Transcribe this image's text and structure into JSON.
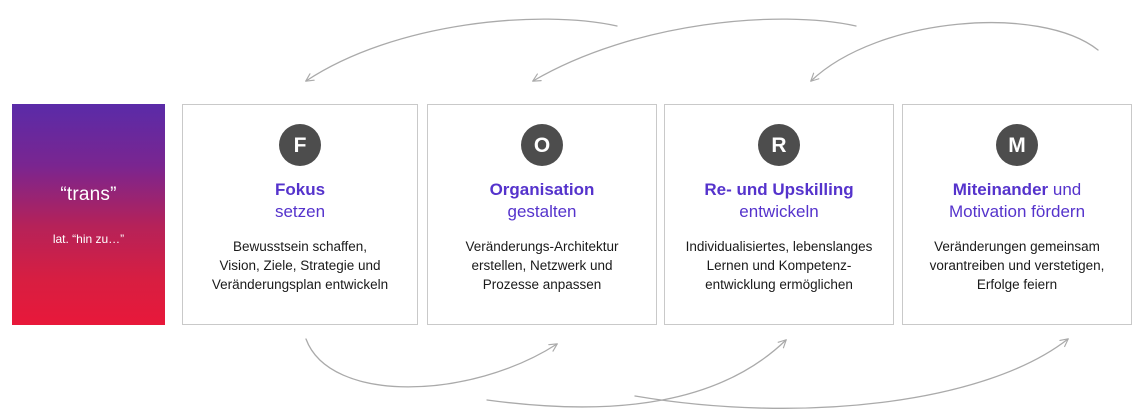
{
  "colors": {
    "heading_purple": "#5533CC",
    "badge_gray": "#4D4D4D",
    "card_border": "#C9C9C9",
    "arrow_gray": "#AAAAAA",
    "gradient_top": "#5A2BA8",
    "gradient_mid": "#B52259",
    "gradient_bottom": "#E8183A"
  },
  "trans_panel": {
    "title": "“trans”",
    "subtitle": "lat. “hin zu…”"
  },
  "cards": [
    {
      "letter": "F",
      "heading_strong": "Fokus",
      "heading_light": "setzen",
      "description": "Bewusstsein schaffen,\nVision, Ziele, Strategie und\nVeränderungsplan entwickeln"
    },
    {
      "letter": "O",
      "heading_strong": "Organisation",
      "heading_light": "gestalten",
      "description": "Veränderungs-Architektur\nerstellen, Netzwerk und\nProzesse anpassen"
    },
    {
      "letter": "R",
      "heading_strong": "Re- und Upskilling",
      "heading_light": "entwickeln",
      "description": "Individualisiertes, lebenslanges\nLernen und Kompetenz-\nentwicklung ermöglichen"
    },
    {
      "letter": "M",
      "heading_strong": "Miteinander",
      "heading_light": " und\nMotivation fördern",
      "description": "Veränderungen gemeinsam\nvorantreiben und verstetigen,\nErfolge feiern"
    }
  ],
  "arrows": {
    "top_label": "feedback-loop-backward",
    "bottom_label": "progression-forward",
    "top_count": 3,
    "bottom_count": 3
  }
}
